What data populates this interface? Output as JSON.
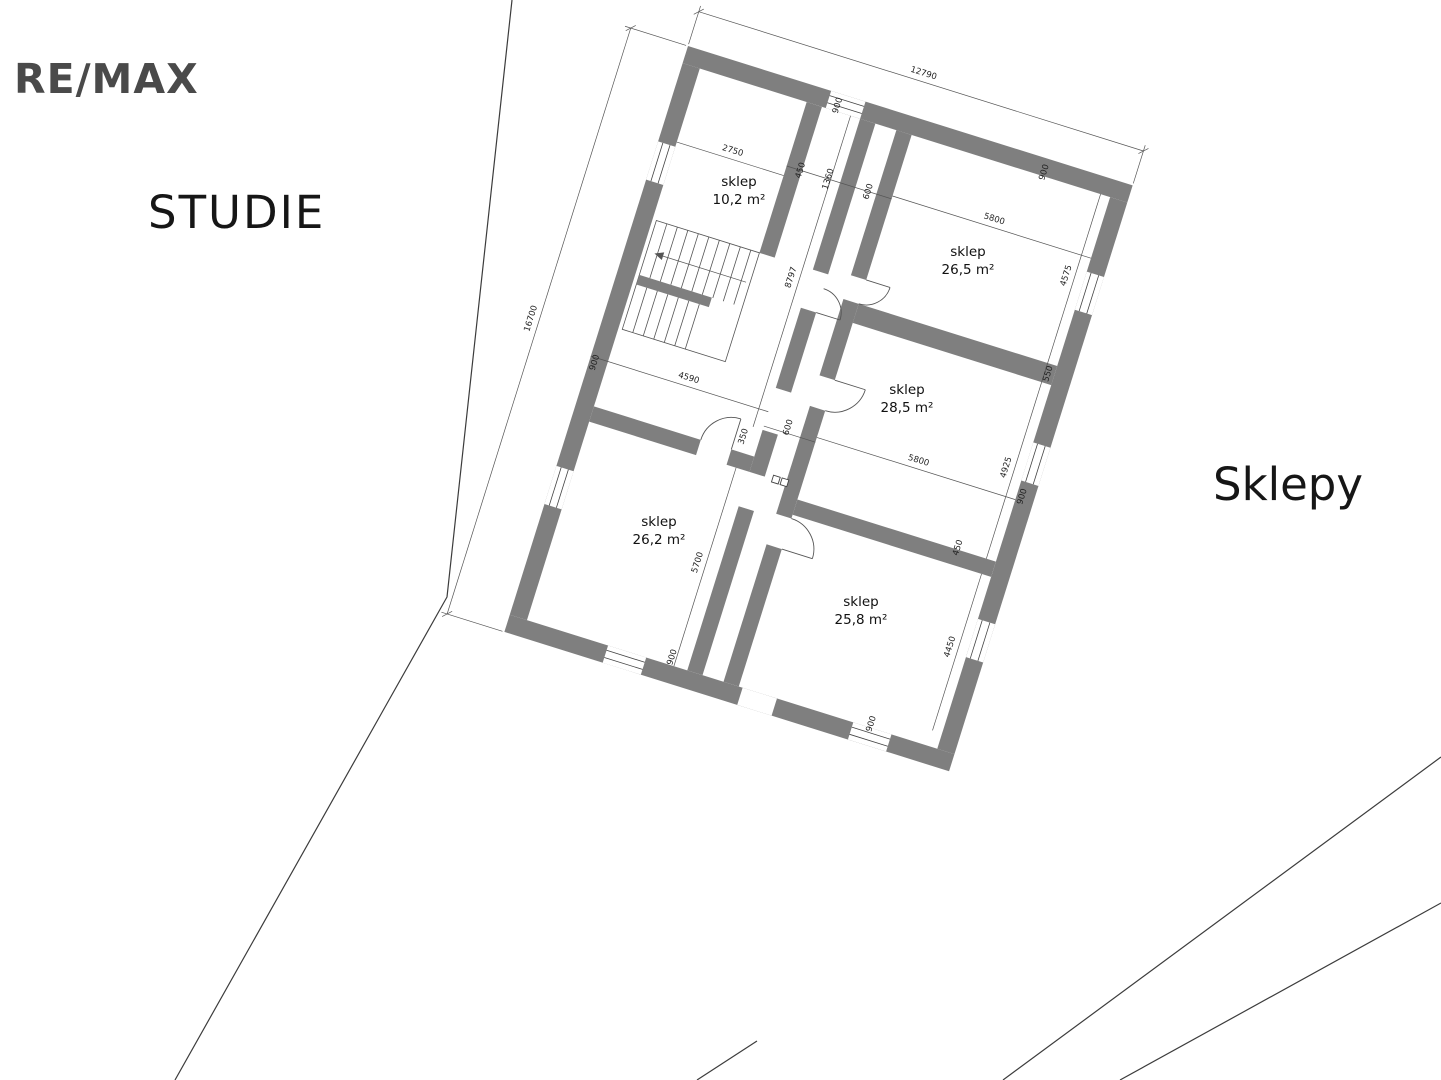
{
  "branding": {
    "logo_text": "RE/MAX"
  },
  "titles": {
    "studie": "STUDIE",
    "sklepy": "Sklepy"
  },
  "rooms": [
    {
      "name": "sklep",
      "area": "10,2 m²"
    },
    {
      "name": "sklep",
      "area": "26,5 m²"
    },
    {
      "name": "sklep",
      "area": "28,5 m²"
    },
    {
      "name": "sklep",
      "area": "26,2 m²"
    },
    {
      "name": "sklep",
      "area": "25,8 m²"
    }
  ],
  "dims": [
    "12790",
    "16700",
    "2750",
    "900",
    "450",
    "1360",
    "600",
    "5800",
    "4575",
    "900",
    "8797",
    "550",
    "5800",
    "4925",
    "900",
    "4590",
    "900",
    "600",
    "350",
    "5700",
    "450",
    "4450",
    "900",
    "900"
  ],
  "colors": {
    "wall_fill": "#7f7f7f",
    "boundary_line": "#3c3c3c",
    "dim_line": "#555555",
    "text": "#1a1a1a"
  }
}
